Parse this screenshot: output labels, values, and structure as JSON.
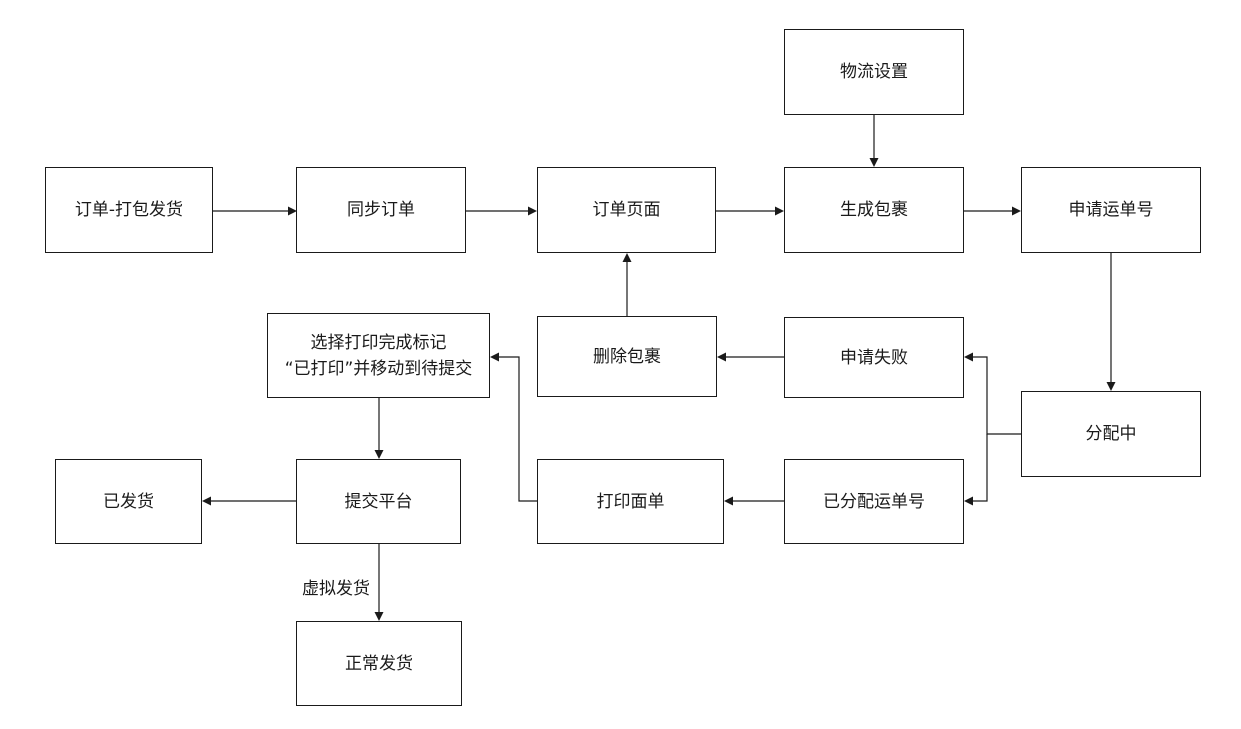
{
  "nodes": {
    "order_pack_ship": "订单-打包发货",
    "sync_orders": "同步订单",
    "order_page": "订单页面",
    "logistics_settings": "物流设置",
    "generate_package": "生成包裹",
    "apply_waybill": "申请运单号",
    "select_print_line1": "选择打印完成标记",
    "select_print_line2": "“已打印”并移动到待提交",
    "delete_package": "删除包裹",
    "apply_failed": "申请失败",
    "allocating": "分配中",
    "shipped": "已发货",
    "submit_platform": "提交平台",
    "print_label": "打印面单",
    "waybill_allocated": "已分配运单号",
    "normal_shipping": "正常发货"
  },
  "edge_labels": {
    "virtual_shipping": "虚拟发货"
  },
  "colors": {
    "stroke": "#1a1a1a",
    "background": "#ffffff"
  }
}
